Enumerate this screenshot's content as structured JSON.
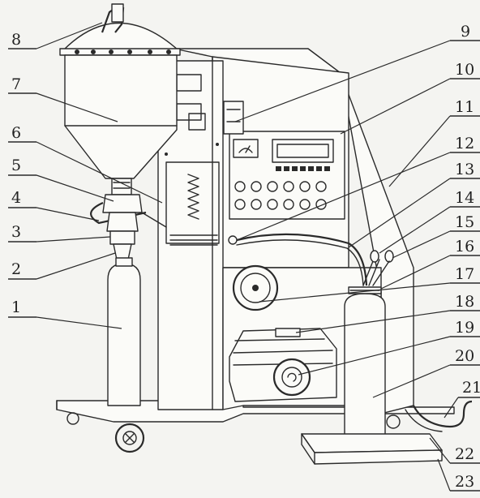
{
  "labels": {
    "l1": "1",
    "l2": "2",
    "l3": "3",
    "l4": "4",
    "l5": "5",
    "l6": "6",
    "l7": "7",
    "l8": "8",
    "l9": "9",
    "l10": "10",
    "l11": "11",
    "l12": "12",
    "l13": "13",
    "l14": "14",
    "l15": "15",
    "l16": "16",
    "l17": "17",
    "l18": "18",
    "l19": "19",
    "l20": "20",
    "l21": "21",
    "l22": "22",
    "l23": "23"
  },
  "colors": {
    "ink": "#2a2a2a",
    "paper": "#f4f4f1"
  }
}
